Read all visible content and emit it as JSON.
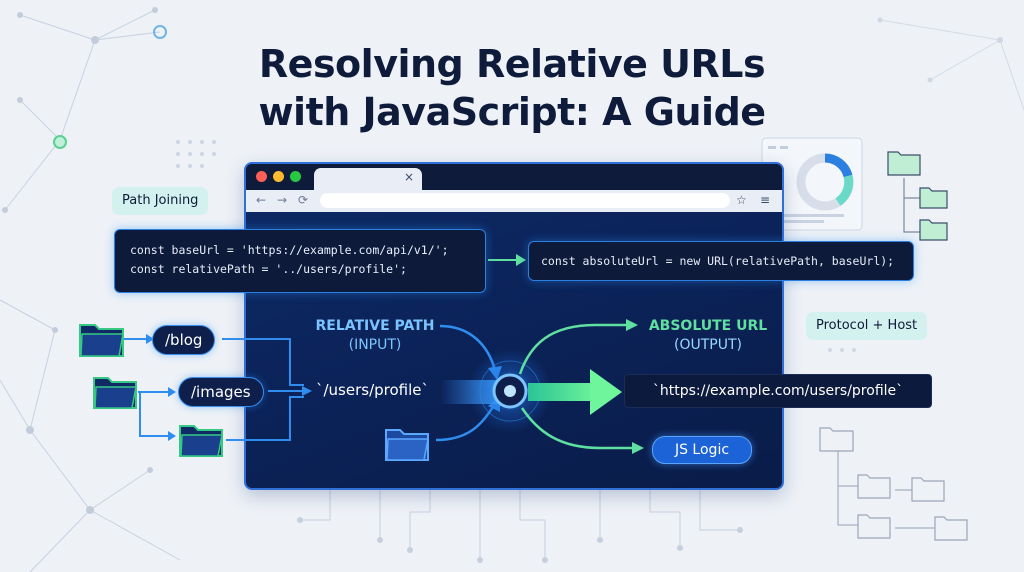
{
  "title": {
    "line1": "Resolving Relative URLs",
    "line2": "with JavaScript: A Guide"
  },
  "tags": {
    "path_joining": "Path Joining",
    "protocol_host": "Protocol + Host"
  },
  "code": {
    "line1_decl": "const baseUrl = ",
    "line1_str": "'https://example.com/api/v1/';",
    "line2_decl": "const relativePath = ",
    "line2_str": "'../users/profile';",
    "result": "const absoluteUrl = new URL(relativePath, baseUrl);"
  },
  "browser": {
    "tab_close": "×",
    "back": "←",
    "forward": "→",
    "reload": "⟳",
    "star": "☆",
    "menu": "≡"
  },
  "diagram": {
    "input_heading": "RELATIVE PATH",
    "input_sub": "(INPUT)",
    "output_heading": "ABSOLUTE URL",
    "output_sub": "(OUTPUT)",
    "path_blog": "/blog",
    "path_images": "/images",
    "relative_value": "`/users/profile`",
    "absolute_value": "`https://example.com/users/profile`",
    "js_logic": "JS Logic"
  },
  "colors": {
    "navy": "#0f1b3a",
    "accent_blue": "#2b7fe0",
    "accent_green": "#4fe08a",
    "tag_bg": "#d3f1ee"
  }
}
